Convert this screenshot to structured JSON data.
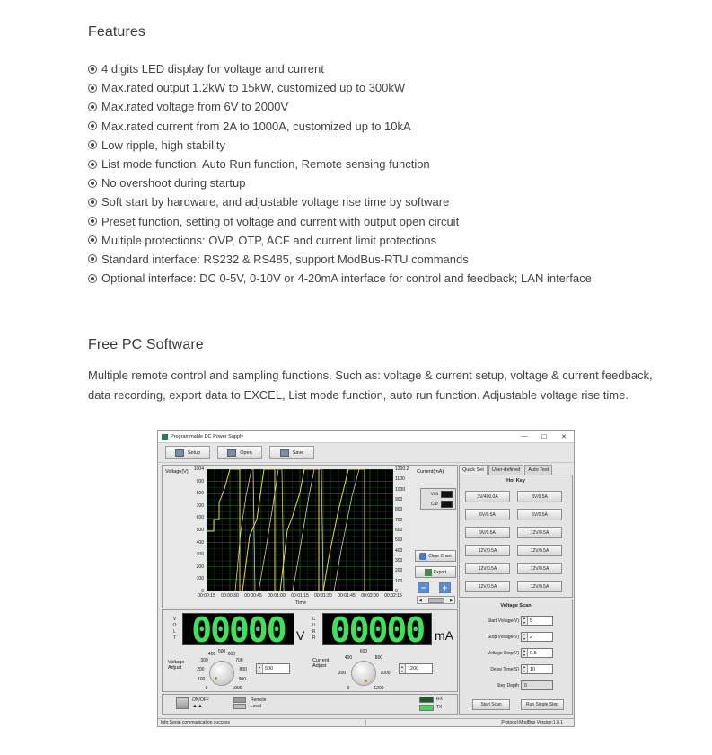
{
  "features": {
    "heading": "Features",
    "items": [
      "4 digits LED display for voltage and current",
      "Max.rated output 1.2kW to 15kW, customized up to 300kW",
      "Max.rated voltage from 6V to 2000V",
      "Max.rated current from 2A to 1000A, customized up to 10kA",
      "Low ripple, high stability",
      "List mode function, Auto Run function, Remote sensing function",
      "No overshoot during startup",
      "Soft start by hardware, and adjustable voltage rise time by software",
      "Preset function, setting of voltage and current with output open circuit",
      "Multiple protections: OVP, OTP, ACF and current limit protections",
      "Standard interface: RS232 & RS485, support ModBus-RTU commands",
      "Optional interface: DC 0-5V, 0-10V or 4-20mA interface for control and feedback; LAN interface"
    ]
  },
  "software": {
    "heading": "Free PC Software",
    "paragraph": "Multiple remote control and sampling functions. Such as: voltage & current setup, voltage & current feedback, data recording, export data to EXCEL, List mode function, auto run function. Adjustable voltage rise time."
  },
  "window": {
    "title": "Programmable DC Power Supply",
    "minimize": "—",
    "maximize": "☐",
    "close": "✕",
    "toolbar": {
      "setup": "Setup",
      "open": "Open",
      "save": "Save"
    },
    "chart": {
      "left_axis_label": "Voltage(V)",
      "right_axis_label": "Current(mA)",
      "x_label": "Time",
      "left_ticks": [
        "1004",
        "900",
        "800",
        "700",
        "600",
        "500",
        "400",
        "300",
        "200",
        "100",
        "0"
      ],
      "right_ticks": [
        "1200.2",
        "1100",
        "1000",
        "900",
        "800",
        "700",
        "600",
        "500",
        "400",
        "300",
        "200",
        "100",
        "0"
      ],
      "x_ticks": [
        "00:00:15",
        "00:00:30",
        "00:00:45",
        "00:01:00",
        "00:01:15",
        "00:01:30",
        "00:01:45",
        "00:02:00",
        "00:02:15"
      ],
      "legend_volt": "Volt",
      "legend_cur": "Cur",
      "clear_chart": "Clear Chart",
      "export": "Export",
      "zoom_out": "−",
      "zoom_in": "+",
      "scroll_left": "◀",
      "scroll_right": "▶"
    },
    "tabs": [
      "Quick Set",
      "User-defined",
      "Auto Test"
    ],
    "hot_key": {
      "title": "Hot Key",
      "buttons": [
        "3V/400.0A",
        "3V/0.5A",
        "6V/0.5A",
        "6V/0.5A",
        "9V/0.5A",
        "12V/0.5A",
        "12V/0.5A",
        "12V/0.5A",
        "12V/0.5A",
        "12V/0.5A",
        "12V/0.5A",
        "12V/0.5A"
      ]
    },
    "voltage_scan": {
      "title": "Voltage Scan",
      "start_label": "Start Voltage(V)",
      "start_value": "5",
      "stop_label": "Stop Voltage(V)",
      "stop_value": "2",
      "step_label": "Voltage Step(V)",
      "step_value": "0.5",
      "delay_label": "Delay Time(S)",
      "delay_value": "10",
      "depth_label": "Step Depth",
      "depth_value": "0",
      "start_scan": "Start Scan",
      "run_single": "Run Single Step"
    },
    "display": {
      "volt_vertical": "V\nO\nL\nT",
      "curr_vertical": "C\nU\nR\nR",
      "voltage_reading": "00000",
      "current_reading": "00000",
      "voltage_unit": "V",
      "current_unit": "mA",
      "voltage_adjust_label": "Voltage Adjust",
      "current_adjust_label": "Current Adjust",
      "voltage_adjust_value": "500",
      "current_adjust_value": "1200",
      "vknob_ticks": [
        "400",
        "500",
        "600",
        "300",
        "700",
        "200",
        "800",
        "100",
        "900",
        "0",
        "1000"
      ],
      "cknob_ticks": [
        "600",
        "400",
        "800",
        "200",
        "1000",
        "0",
        "1200"
      ]
    },
    "status": {
      "on_off": "ON/OFF",
      "remote": "Remote",
      "local": "Local",
      "rx": "RX",
      "tx": "TX"
    },
    "info": "Info:Serial communication success",
    "protocol": "Protocol:ModBus   Version:1.0.1"
  }
}
